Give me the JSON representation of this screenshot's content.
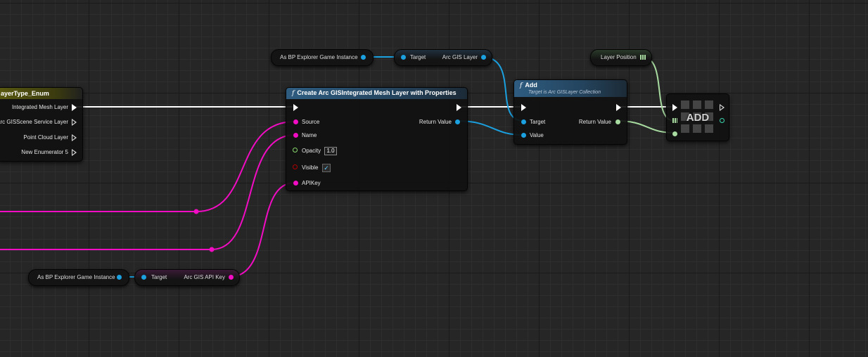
{
  "enum_node": {
    "title": "ayerType_Enum",
    "outputs": [
      "Integrated Mesh Layer",
      "Arc GISScene Service Layer",
      "Point Cloud Layer",
      "New Enumerator 5"
    ]
  },
  "create_node": {
    "func_icon": "f",
    "title": "Create Arc GISIntegrated Mesh Layer with Properties",
    "source": "Source",
    "name": "Name",
    "opacity": "Opacity",
    "opacity_value": "1.0",
    "visible": "Visible",
    "visible_check": "✓",
    "apikey": "APIKey",
    "return_value": "Return Value"
  },
  "add_node": {
    "func_icon": "f",
    "title": "Add",
    "subtitle": "Target is Arc GISLayer Collection",
    "target": "Target",
    "value": "Value",
    "return_value": "Return Value"
  },
  "array_add_node": {
    "label": "ADD"
  },
  "cast_top": {
    "label": "As BP Explorer Game Instance"
  },
  "getter_top": {
    "target": "Target",
    "output": "Arc GIS Layer"
  },
  "layer_position": {
    "label": "Layer Position"
  },
  "cast_bottom": {
    "label": "As BP Explorer Game Instance"
  },
  "getter_bottom": {
    "target": "Target",
    "output": "Arc GIS API Key"
  },
  "colors": {
    "string_pin": "#f20cc3",
    "object_pin": "#1ba0e0",
    "int_pin": "#a8dca0",
    "bool_pin": "#9a0000",
    "float_pin": "#8ad86e"
  }
}
